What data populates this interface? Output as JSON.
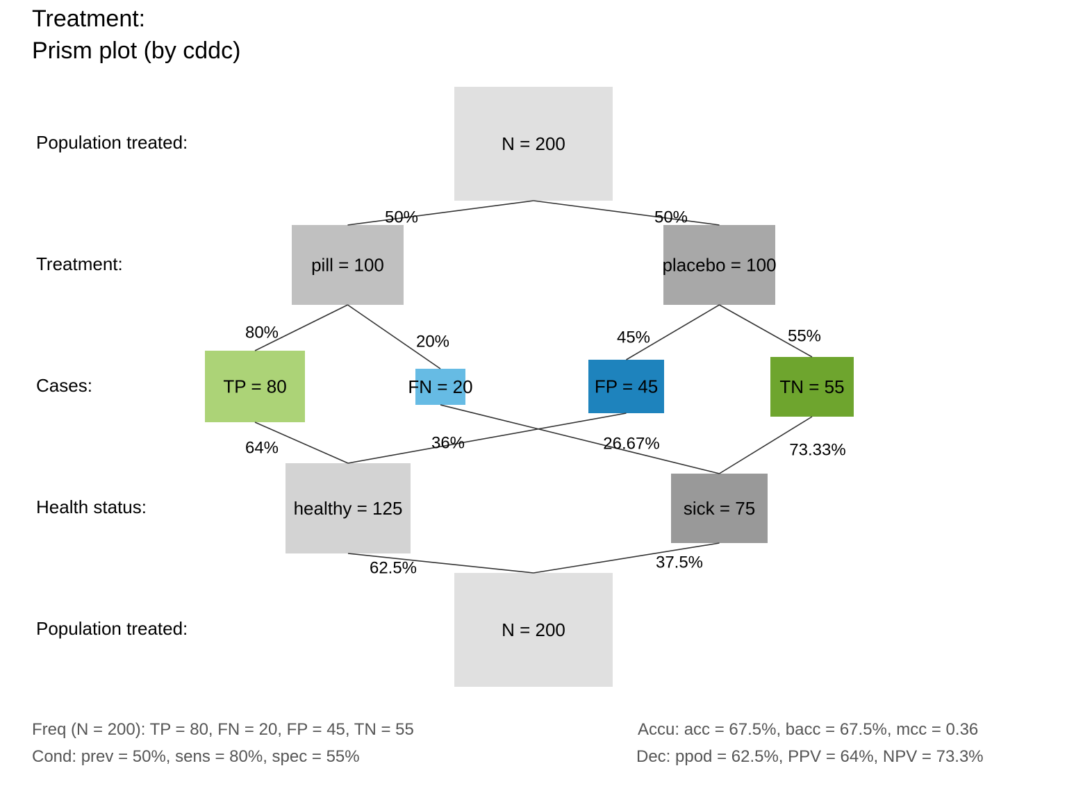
{
  "title_line1": "Treatment:",
  "title_line2": "Prism plot (by cddc)",
  "row_labels": [
    "Population treated:",
    "Treatment:",
    "Cases:",
    "Health status:",
    "Population treated:"
  ],
  "nodes": {
    "top": {
      "label": "N = 200",
      "value": 200,
      "color": "#e0e0e0"
    },
    "pill": {
      "label": "pill = 100",
      "value": 100,
      "color": "#c0c0c0"
    },
    "placebo": {
      "label": "placebo = 100",
      "value": 100,
      "color": "#a8a8a8"
    },
    "tp": {
      "label": "TP = 80",
      "value": 80,
      "color": "#acd377"
    },
    "fn": {
      "label": "FN = 20",
      "value": 20,
      "color": "#66bbe4"
    },
    "fp": {
      "label": "FP = 45",
      "value": 45,
      "color": "#1e83bd"
    },
    "tn": {
      "label": "TN = 55",
      "value": 55,
      "color": "#6ea52e"
    },
    "healthy": {
      "label": "healthy = 125",
      "value": 125,
      "color": "#d3d3d3"
    },
    "sick": {
      "label": "sick = 75",
      "value": 75,
      "color": "#999999"
    },
    "bottom": {
      "label": "N = 200",
      "value": 200,
      "color": "#e0e0e0"
    }
  },
  "edges": {
    "top_pill": "50%",
    "top_placebo": "50%",
    "pill_tp": "80%",
    "pill_fn": "20%",
    "placebo_fp": "45%",
    "placebo_tn": "55%",
    "tp_healthy": "64%",
    "fp_healthy": "36%",
    "fn_sick": "26.67%",
    "tn_sick": "73.33%",
    "healthy_bottom": "62.5%",
    "sick_bottom": "37.5%"
  },
  "notes": {
    "freq": "Freq (N = 200):  TP = 80, FN = 20, FP = 45, TN = 55",
    "cond": "Cond:  prev = 50%, sens = 80%, spec = 55%",
    "accu": "Accu:  acc = 67.5%, bacc = 67.5%, mcc = 0.36",
    "dec": "Dec:  ppod = 62.5%, PPV = 64%, NPV = 73.3%"
  },
  "line_color": "#333333"
}
